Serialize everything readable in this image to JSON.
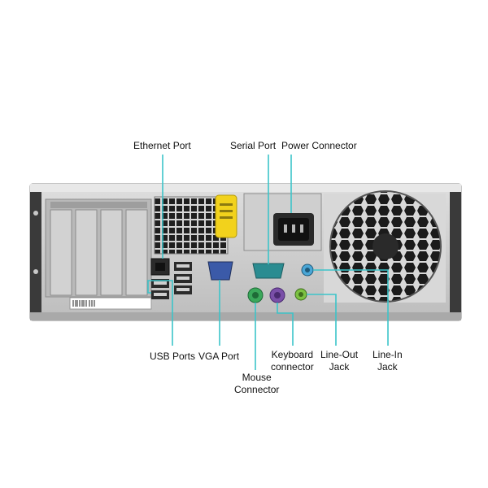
{
  "labels": {
    "ethernet": "Ethernet Port",
    "serial": "Serial Port",
    "power": "Power Connector",
    "usb": "USB Ports",
    "vga": "VGA Port",
    "mouse_line1": "Mouse",
    "mouse_line2": "Connector",
    "keyboard_line1": "Keyboard",
    "keyboard_line2": "connector",
    "lineout_line1": "Line-Out",
    "lineout_line2": "Jack",
    "linein_line1": "Line-In",
    "linein_line2": "Jack"
  },
  "colors": {
    "leader": "#3cc4c9",
    "chassis": "#c9c9c9",
    "vga_port": "#3b5aa8",
    "serial_port": "#2b8c91",
    "mouse_port": "#3aa85a",
    "keyboard_port": "#7a4fa8",
    "line_out": "#7cc242",
    "line_in": "#4aa6d6",
    "latch": "#f2d21c"
  },
  "icons": [
    "fan-grille-icon",
    "pci-slot-icon",
    "power-socket-icon"
  ]
}
